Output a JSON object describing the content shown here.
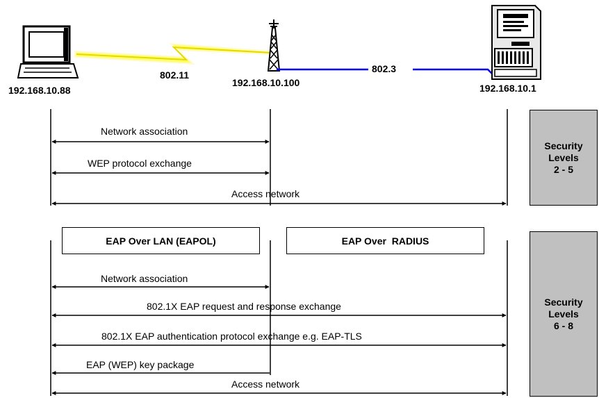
{
  "devices": {
    "client": {
      "ip": "192.168.10.88",
      "icon": "laptop-icon"
    },
    "access_point": {
      "ip": "192.168.10.100",
      "icon": "antenna-tower-icon"
    },
    "server": {
      "ip": "192.168.10.1",
      "icon": "server-icon"
    }
  },
  "links": {
    "wireless": {
      "label": "802.11",
      "color": "#ffff66"
    },
    "wired": {
      "label": "802.3",
      "color": "#0000ff"
    }
  },
  "section1": {
    "messages": [
      "Network association",
      "WEP protocol exchange",
      "Access network"
    ],
    "security": {
      "line1": "Security",
      "line2": "Levels",
      "line3": "2 - 5"
    }
  },
  "section2": {
    "boxes": {
      "eapol": "EAP Over LAN (EAPOL)",
      "radius": "EAP Over  RADIUS"
    },
    "messages": [
      "Network association",
      "802.1X EAP request and response exchange",
      "802.1X EAP authentication protocol exchange e.g. EAP-TLS",
      "EAP (WEP) key package",
      "Access network"
    ],
    "security": {
      "line1": "Security",
      "line2": "Levels",
      "line3": "6 - 8"
    }
  }
}
